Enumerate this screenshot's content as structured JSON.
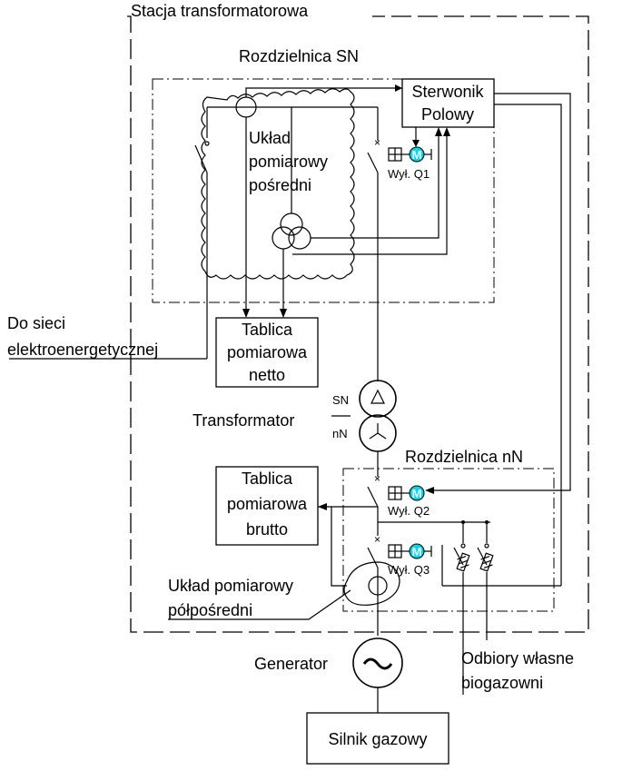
{
  "labels": {
    "station": "Stacja transformatorowa",
    "sn_switchgear": "Rozdzielnica SN",
    "controller_line1": "Sterwonik",
    "controller_line2": "Polowy",
    "measure_indirect_line1": "Układ",
    "measure_indirect_line2": "pomiarowy",
    "measure_indirect_line3": "pośredni",
    "breaker_q1": "Wył. Q1",
    "grid_line1": "Do sieci",
    "grid_line2": "elektroenergetycznej",
    "net_board_line1": "Tablica",
    "net_board_line2": "pomiarowa",
    "net_board_line3": "netto",
    "sn": "SN",
    "nn": "nN",
    "transformer": "Transformator",
    "nn_switchgear": "Rozdzielnica nN",
    "gross_board_line1": "Tablica",
    "gross_board_line2": "pomiarowa",
    "gross_board_line3": "brutto",
    "breaker_q2": "Wył. Q2",
    "breaker_q3": "Wył. Q3",
    "measure_semi_line1": "Układ pomiarowy",
    "measure_semi_line2": "półpośredni",
    "generator": "Generator",
    "own_loads_line1": "Odbiory własne",
    "own_loads_line2": "biogazowni",
    "gas_engine": "Silnik gazowy",
    "motor_symbol": "M"
  },
  "colors": {
    "motor_fill": "#00d8f0",
    "line": "#000000"
  }
}
